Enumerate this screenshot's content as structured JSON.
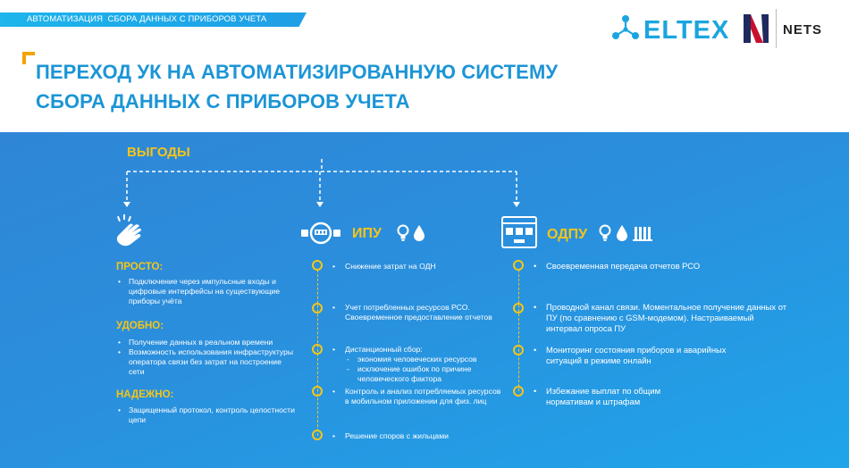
{
  "header": {
    "top_label": "АВТОМАТИЗАЦИЯ  СБОРА ДАННЫХ С ПРИБОРОВ УЧЕТА",
    "title_line1": "ПЕРЕХОД УК НА АВТОМАТИЗИРОВАННУЮ СИСТЕМУ",
    "title_line2": "СБОРА ДАННЫХ С ПРИБОРОВ УЧЕТА"
  },
  "logos": {
    "eltex": "ELTEX",
    "nets": "NETS"
  },
  "colors": {
    "accent_yellow": "#f5c518",
    "brand_blue": "#1c95d6",
    "panel_blue": "#2a8fdd"
  },
  "benefits": {
    "title": "ВЫГОДЫ",
    "left": {
      "icon": "hand-click-icon",
      "groups": [
        {
          "heading": "ПРОСТО:",
          "items": [
            "Подключение через импульсные входы и цифровые интерфейсы на существующие приборы учёта"
          ]
        },
        {
          "heading": "УДОБНО:",
          "items": [
            "Получение данных в реальном времени",
            "Возможность использования инфраструктуры оператора связи без затрат на построение сети"
          ]
        },
        {
          "heading": "НАДЕЖНО:",
          "items": [
            "Защищенный протокол, контроль целостности цепи"
          ]
        }
      ]
    },
    "ipu": {
      "label": "ИПУ",
      "icon": "water-meter-icon",
      "resource_icons": [
        "lightbulb-icon",
        "water-drop-icon"
      ],
      "items": [
        {
          "text": "Снижение затрат на ОДН"
        },
        {
          "text": "Учет потребленных ресурсов РСО. Своевременное предоставление отчетов"
        },
        {
          "text": "Дистанционный сбор:",
          "sub": [
            "экономия человеческих ресурсов",
            "исключение ошибок по причине человеческого фактора"
          ]
        },
        {
          "text": "Контроль и анализ потребляемых ресурсов в мобильном приложении для физ. лиц"
        },
        {
          "text": "Решение споров с жильцами"
        }
      ]
    },
    "odpu": {
      "label": "ОДПУ",
      "icon": "utility-cabinet-icon",
      "resource_icons": [
        "lightbulb-icon",
        "water-drop-icon",
        "radiator-icon"
      ],
      "items": [
        {
          "text": "Своевременная передача отчетов РСО"
        },
        {
          "text": "Проводной канал связи. Моментальное получение данных от ПУ (по сравнению с GSM-модемом). Настраиваемый интервал опроса  ПУ"
        },
        {
          "text": "Мониторинг  состояния приборов и аварийных ситуаций в режиме онлайн"
        },
        {
          "text": "Избежание выплат по общим нормативам и штрафам"
        }
      ]
    }
  }
}
